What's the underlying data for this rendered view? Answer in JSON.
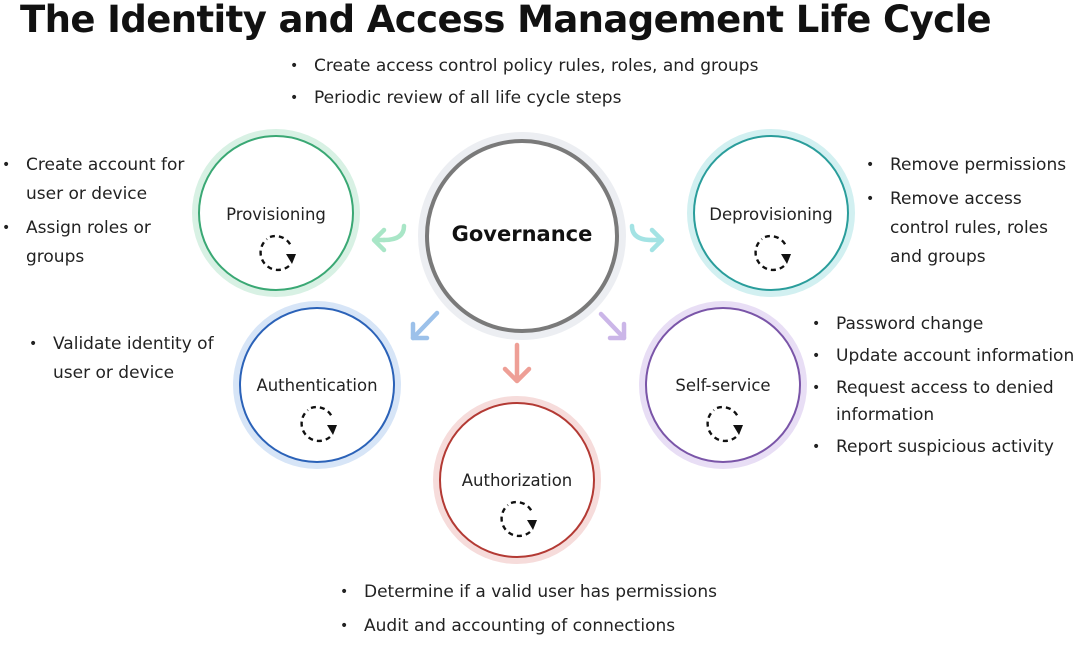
{
  "title": "The Identity and Access Management Life Cycle",
  "colors": {
    "governance": "#7a7a7a",
    "provisioning": "#3aa874",
    "deprovisioning": "#2a9d9b",
    "authentication": "#2b62b8",
    "authorization": "#b33a34",
    "self_service": "#7a55a8"
  },
  "nodes": {
    "governance": {
      "label": "Governance"
    },
    "provisioning": {
      "label": "Provisioning",
      "icon": "refresh-cycle-icon"
    },
    "deprovisioning": {
      "label": "Deprovisioning",
      "icon": "refresh-cycle-icon"
    },
    "authentication": {
      "label": "Authentication",
      "icon": "refresh-cycle-icon"
    },
    "authorization": {
      "label": "Authorization",
      "icon": "refresh-cycle-icon"
    },
    "self_service": {
      "label": "Self-service",
      "icon": "refresh-cycle-icon"
    }
  },
  "notes": {
    "governance": [
      "Create access control policy rules, roles, and groups",
      "Periodic review of all life cycle steps"
    ],
    "provisioning": [
      "Create account for user or device",
      "Assign roles or groups"
    ],
    "deprovisioning": [
      "Remove permissions",
      "Remove access control rules, roles and groups"
    ],
    "authentication": [
      "Validate identity of user or device"
    ],
    "self_service": [
      "Password change",
      "Update account information",
      "Request access to denied information",
      "Report suspicious activity"
    ],
    "authorization": [
      "Determine if a valid user has permissions",
      "Audit and accounting of connections"
    ]
  }
}
